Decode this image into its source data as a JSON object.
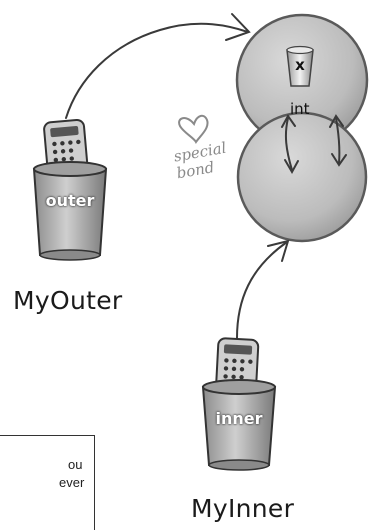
{
  "labels": {
    "my_outer": "MyOuter",
    "my_inner": "MyInner",
    "outer": "outer",
    "inner": "inner",
    "x": "x",
    "int": "int",
    "special_line1": "special",
    "special_line2": "bond"
  },
  "note": {
    "line1": "ou",
    "line2": "ever"
  },
  "colors": {
    "sphere_fill": "#bdbdbd",
    "ink": "#3a3a3a",
    "label": "#1b1b1b"
  },
  "icons": {
    "remote": "remote-control-icon",
    "heart": "heart-icon"
  }
}
